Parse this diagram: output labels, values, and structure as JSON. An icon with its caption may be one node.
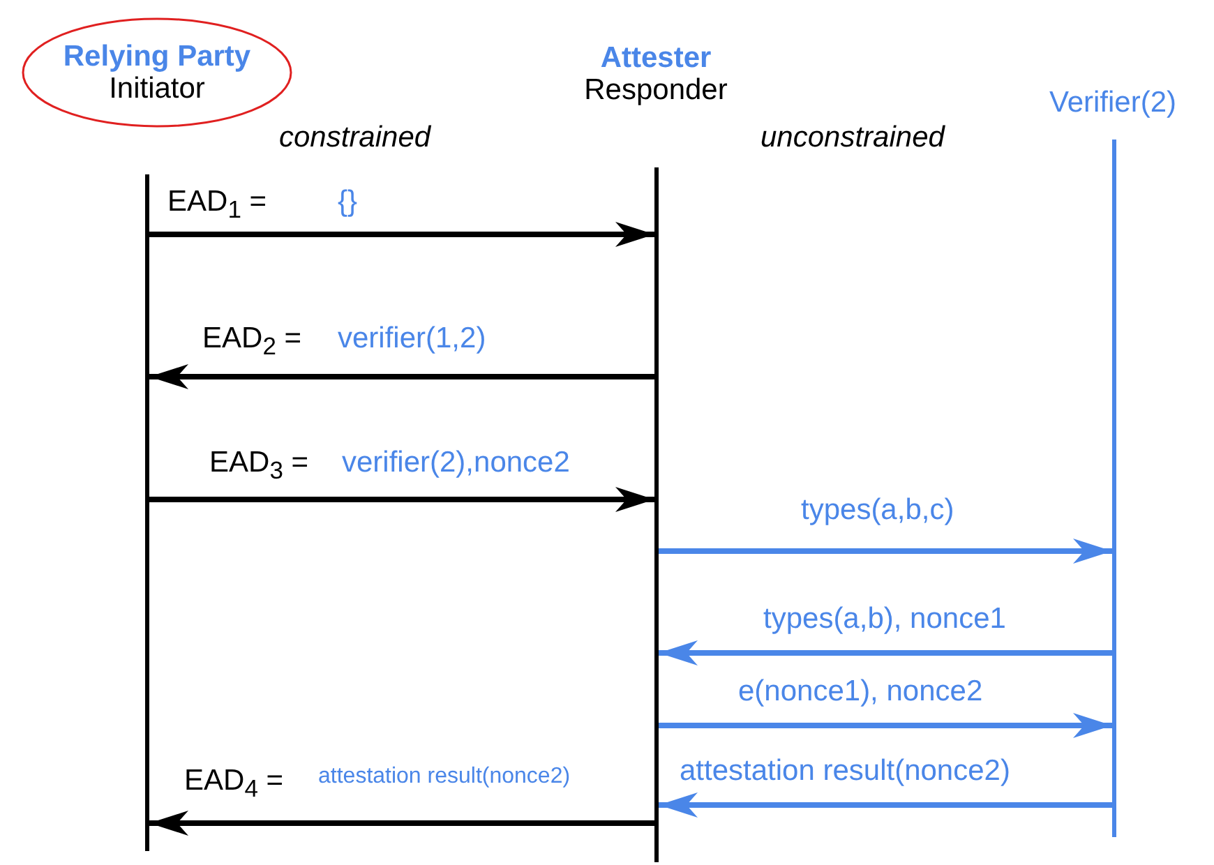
{
  "diagram": {
    "nodes": [
      {
        "text": [
          "Relying Party",
          "Initiator"
        ]
      },
      {
        "text": [
          "Attester",
          "Responder"
        ]
      },
      {
        "text": [
          "Verifier(2)"
        ]
      },
      {
        "text": [],
        "shape": "bar"
      },
      {
        "text": [],
        "shape": "bar"
      },
      {
        "text": [],
        "shape": "bar"
      }
    ],
    "edges": [
      {
        "from": 3,
        "to": 4,
        "arrow": "to",
        "label": "{}"
      },
      {
        "from": 4,
        "to": 3,
        "arrow": "to",
        "label": "verifier(1,2)"
      },
      {
        "from": 3,
        "to": 4,
        "arrow": "to",
        "label": "verifier(2),nonce2"
      },
      {
        "from": 4,
        "to": 5,
        "arrow": "to",
        "label": "types(a,b,c)",
        "color": "#4a86e8"
      },
      {
        "from": 5,
        "to": 4,
        "arrow": "to",
        "label": "types(a,b), nonce1",
        "color": "#4a86e8"
      },
      {
        "from": 4,
        "to": 5,
        "arrow": "to",
        "label": "e(nonce1), nonce2",
        "color": "#4a86e8"
      },
      {
        "from": 5,
        "to": 4,
        "arrow": "to",
        "label": "attestation result(nonce2)",
        "color": "#4a86e8"
      },
      {
        "from": 4,
        "to": 3,
        "arrow": "to",
        "label": "attestation result(nonce2)"
      }
    ],
    "labels": [
      "constrained",
      "unconstrained",
      "EAD$_{1}$ =",
      "EAD$_{2}$ =",
      "EAD$_{3}$ =",
      "EAD$_{4}$ ="
    ]
  }
}
